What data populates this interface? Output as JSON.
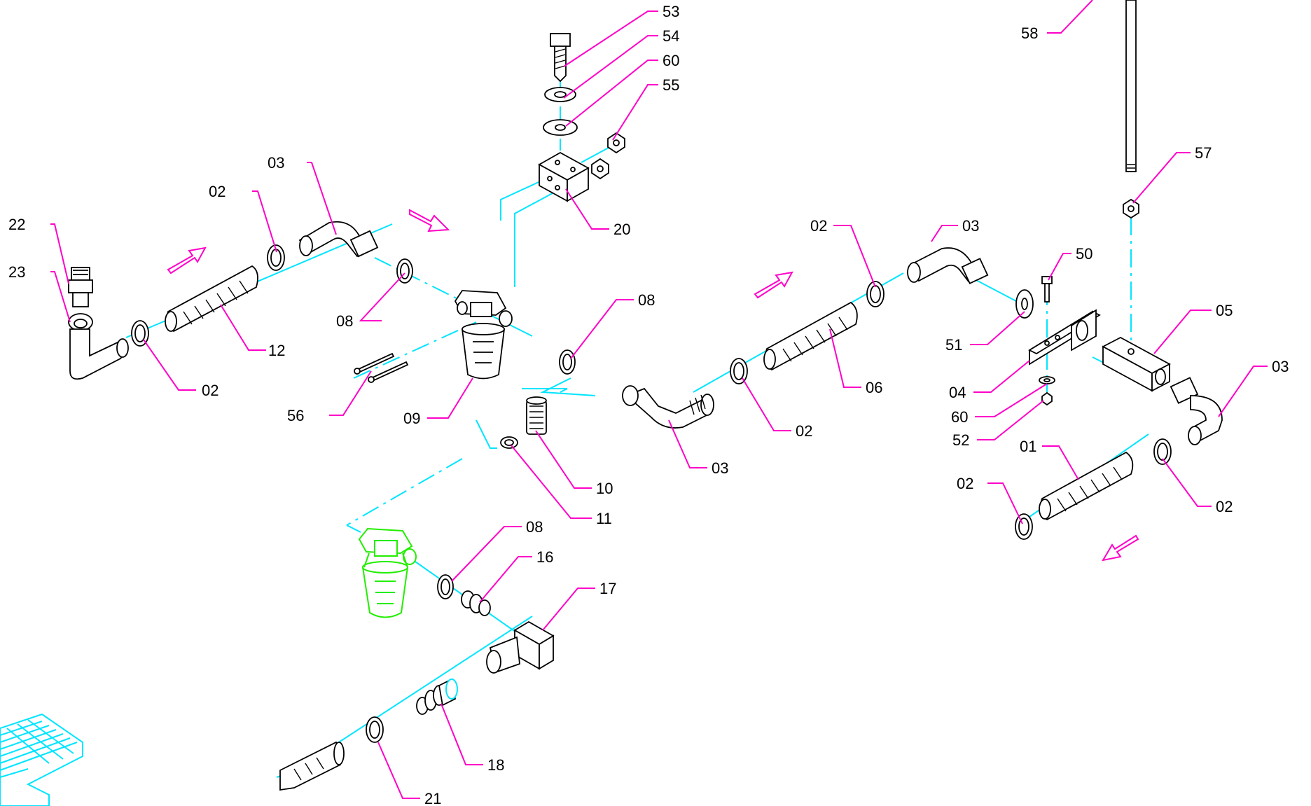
{
  "labels": {
    "l01": "01",
    "l02a": "02",
    "l02b": "02",
    "l02c": "02",
    "l02d": "02",
    "l02e": "02",
    "l02f": "02",
    "l03a": "03",
    "l03b": "03",
    "l03c": "03",
    "l03d": "03",
    "l04": "04",
    "l05": "05",
    "l06": "06",
    "l08a": "08",
    "l08b": "08",
    "l08c": "08",
    "l09": "09",
    "l10": "10",
    "l11": "11",
    "l12": "12",
    "l16": "16",
    "l17": "17",
    "l18": "18",
    "l20": "20",
    "l21": "21",
    "l22": "22",
    "l23": "23",
    "l50": "50",
    "l51": "51",
    "l52": "52",
    "l53": "53",
    "l54": "54",
    "l55": "55",
    "l56": "56",
    "l57": "57",
    "l58": "58",
    "l60a": "60",
    "l60b": "60"
  },
  "colors": {
    "parts_outline": "#000000",
    "center_lines": "#00e5ff",
    "leader_lines": "#ff00c8",
    "alternate_filter": "#22ee00",
    "background": "#ffffff"
  }
}
